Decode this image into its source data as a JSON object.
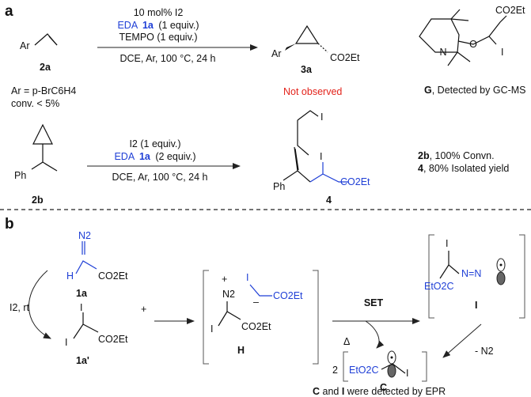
{
  "panels": {
    "a": "a",
    "b": "b"
  },
  "colors": {
    "ink": "#111111",
    "blue": "#1f3fd6",
    "red": "#e3231b"
  },
  "panel_a": {
    "styrene": {
      "ar": "Ar",
      "label": "2a",
      "ar_def": "Ar = p-BrC6H4",
      "conv": "conv. < 5%"
    },
    "reaction1": {
      "above1": "10 mol% I2",
      "eda": "EDA",
      "eda_label": "1a",
      "eda_equiv": "(1 equiv.)",
      "tempo": "TEMPO (1 equiv.)",
      "below": "DCE, Ar, 100 °C, 24 h"
    },
    "product1": {
      "ar": "Ar",
      "co2et": "CO2Et",
      "label": "3a",
      "note": "Not observed"
    },
    "compoundG": {
      "co2et": "CO2Et",
      "n": "N",
      "o": "O",
      "i": "I",
      "label": "G",
      "caption": ", Detected by GC-MS"
    },
    "substrate2": {
      "ph": "Ph",
      "label": "2b"
    },
    "reaction2": {
      "above1": "I2 (1 equiv.)",
      "eda": "EDA",
      "eda_label": "1a",
      "eda_equiv": "(2 equiv.)",
      "below": "DCE, Ar, 100 °C, 24 h"
    },
    "product2": {
      "ph": "Ph",
      "i_top": "I",
      "i_side": "I",
      "co2et": "CO2Et",
      "label": "4"
    },
    "results": {
      "line1_label": "2b",
      "line1": ", 100% Convn.",
      "line2_label": "4",
      "line2": ", 80% Isolated yield"
    }
  },
  "panel_b": {
    "eda": {
      "n2": "N2",
      "h": "H",
      "co2et": "CO2Et",
      "label": "1a"
    },
    "reagent": "I2, rt",
    "plus": "+",
    "diiodo": {
      "i_top": "I",
      "i_left": "I",
      "co2et": "CO2Et",
      "label": "1a'"
    },
    "intermediateH": {
      "plus": "+",
      "n2": "N2",
      "i": "I",
      "co2et": "CO2Et",
      "i2": "I",
      "minus": "–",
      "co2et2": "CO2Et",
      "label": "H"
    },
    "set": "SET",
    "delta": "Δ",
    "intermediateI": {
      "i": "I",
      "nn": "N=N",
      "eto2c": "EtO2C",
      "label": "I"
    },
    "n2_loss": "- N2",
    "radicalC": {
      "coef": "2",
      "eto2c": "EtO2C",
      "i": "I",
      "label": "C"
    },
    "epr": {
      "c": "C",
      "mid": " and ",
      "i": "I",
      "tail": " were detected by EPR"
    }
  }
}
